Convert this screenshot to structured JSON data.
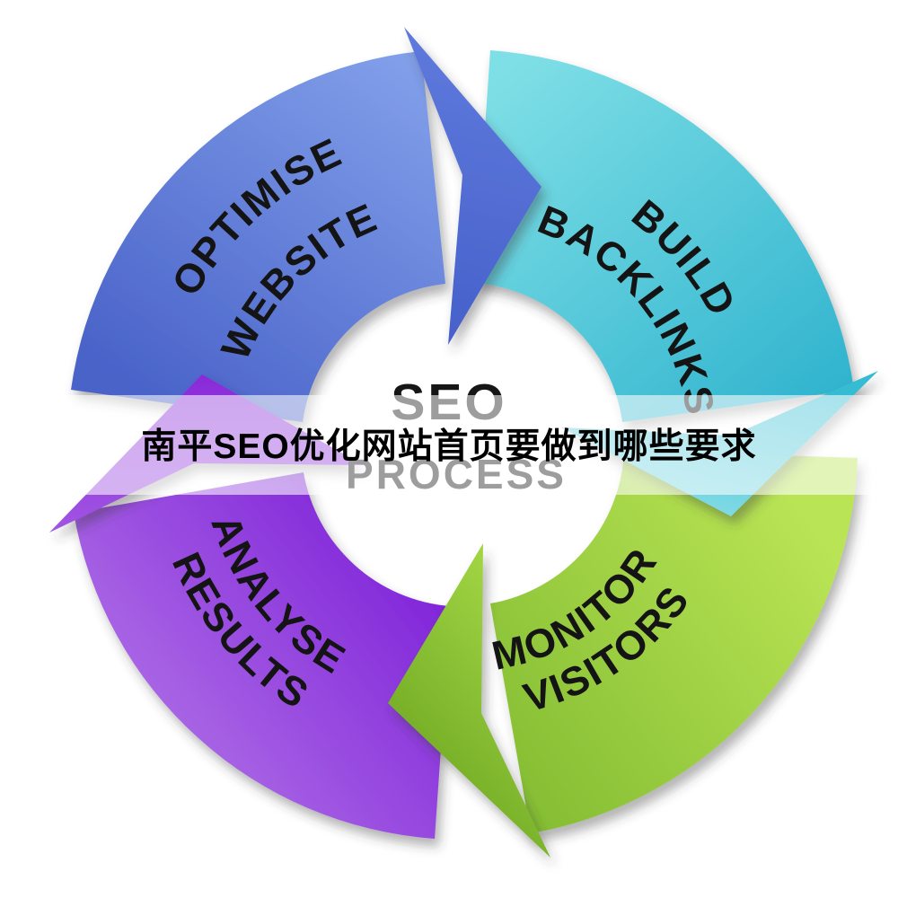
{
  "banner": {
    "text": "南平SEO优化网站首页要做到哪些要求",
    "overlay_color": "rgba(255,255,255,0.58)",
    "text_color": "#000000"
  },
  "center": {
    "title": "SEO",
    "subtitle": "PROCESS",
    "title_color": "#161616",
    "subtitle_color": "#161616"
  },
  "arrows": [
    {
      "name": "optimise-website",
      "label_line1": "OPTIMISE",
      "label_line2": "WEBSITE",
      "gradient_start": "#82A0EA",
      "gradient_end": "#4A63C9",
      "head_start": "#5E79DC",
      "head_end": "#4660CA",
      "label_color": "#141414"
    },
    {
      "name": "build-backlinks",
      "label_line1": "BUILD",
      "label_line2": "BACKLINKS",
      "gradient_start": "#7FDFE6",
      "gradient_end": "#2FB3CE",
      "head_start": "#35BCD2",
      "head_end": "#86DDE6",
      "label_color": "#141414"
    },
    {
      "name": "monitor-visitors",
      "label_line1": "MONITOR",
      "label_line2": "VISITORS",
      "gradient_start": "#B9E455",
      "gradient_end": "#7FB92F",
      "head_start": "#A5D846",
      "head_end": "#76AF28",
      "label_color": "#141414"
    },
    {
      "name": "analyse-results",
      "label_line1": "ANALYSE",
      "label_line2": "RESULTS",
      "gradient_start": "#AC6BE5",
      "gradient_end": "#7F22D9",
      "head_start": "#9F52E2",
      "head_end": "#8A2BD8",
      "label_color": "#141414"
    }
  ],
  "background_color": "#ffffff"
}
